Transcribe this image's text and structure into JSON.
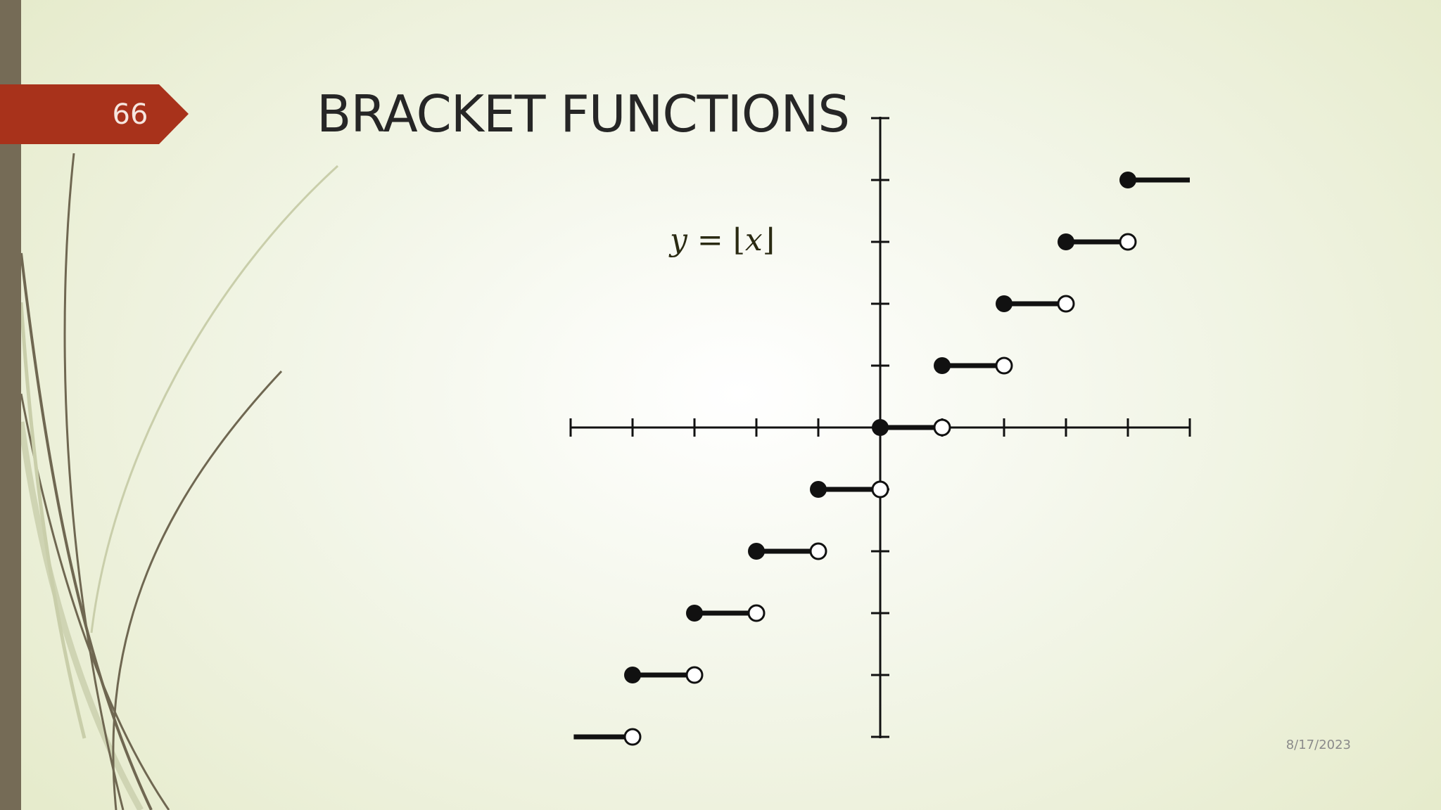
{
  "slide": {
    "number": "66",
    "title": "BRACKET FUNCTIONS",
    "date": "8/17/2023",
    "formula": {
      "lhs": "y",
      "equals": "=",
      "left_bracket": "⌊",
      "arg": "x",
      "right_bracket": "⌋"
    }
  },
  "colors": {
    "accent_tab": "#a8321b",
    "left_bar": "#756b56",
    "title_text": "#262626",
    "graph_ink": "#111111"
  },
  "chart_data": {
    "type": "line",
    "function": "floor",
    "xlim": [
      -5,
      5
    ],
    "ylim": [
      -5,
      5
    ],
    "x_ticks": [
      -5,
      -4,
      -3,
      -2,
      -1,
      0,
      1,
      2,
      3,
      4,
      5
    ],
    "y_ticks": [
      -5,
      -4,
      -3,
      -2,
      -1,
      0,
      1,
      2,
      3,
      4,
      5
    ],
    "tick_labels_shown": false,
    "segments": [
      {
        "x_start": -4.95,
        "x_end": -4,
        "y": -5,
        "closed_start": false,
        "open_end": true
      },
      {
        "x_start": -4,
        "x_end": -3,
        "y": -4,
        "closed_start": true,
        "open_end": true
      },
      {
        "x_start": -3,
        "x_end": -2,
        "y": -3,
        "closed_start": true,
        "open_end": true
      },
      {
        "x_start": -2,
        "x_end": -1,
        "y": -2,
        "closed_start": true,
        "open_end": true
      },
      {
        "x_start": -1,
        "x_end": 0,
        "y": -1,
        "closed_start": true,
        "open_end": true
      },
      {
        "x_start": 0,
        "x_end": 1,
        "y": 0,
        "closed_start": true,
        "open_end": true
      },
      {
        "x_start": 1,
        "x_end": 2,
        "y": 1,
        "closed_start": true,
        "open_end": true
      },
      {
        "x_start": 2,
        "x_end": 3,
        "y": 2,
        "closed_start": true,
        "open_end": true
      },
      {
        "x_start": 3,
        "x_end": 4,
        "y": 3,
        "closed_start": true,
        "open_end": true
      },
      {
        "x_start": 4,
        "x_end": 5,
        "y": 4,
        "closed_start": true,
        "open_end": false
      }
    ]
  }
}
